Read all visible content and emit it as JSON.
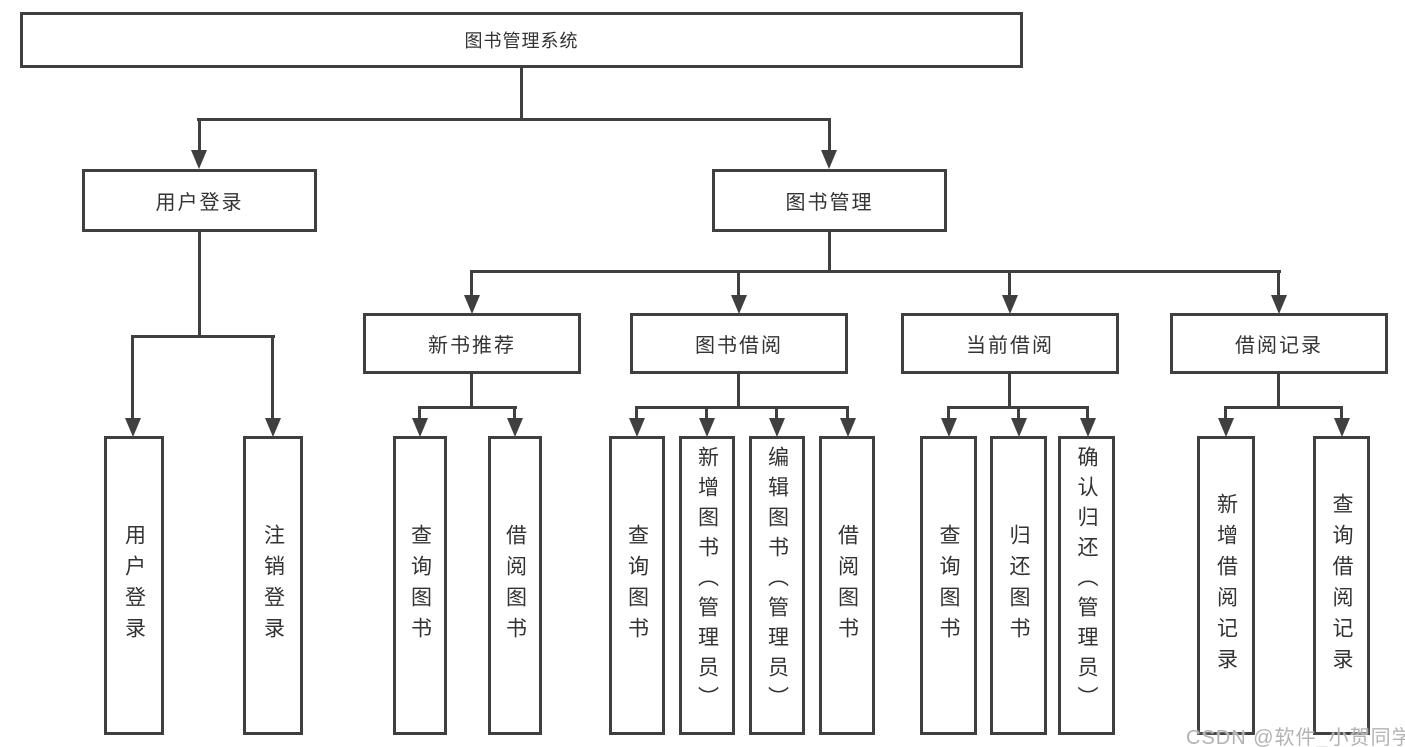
{
  "diagram": {
    "title": "图书管理系统",
    "nodes": {
      "root": {
        "label": "图书管理系统"
      },
      "user_login": {
        "label": "用户登录"
      },
      "book_mgmt": {
        "label": "图书管理"
      },
      "new_book_rec": {
        "label": "新书推荐"
      },
      "book_borrow": {
        "label": "图书借阅"
      },
      "current_borrow": {
        "label": "当前借阅"
      },
      "borrow_records": {
        "label": "借阅记录"
      },
      "leaf_user_login": {
        "label": "用户登录"
      },
      "leaf_logout": {
        "label": "注销登录"
      },
      "leaf_query_books_rec": {
        "label": "查询图书"
      },
      "leaf_borrow_books_rec": {
        "label": "借阅图书"
      },
      "leaf_query_books_borrow": {
        "label": "查询图书"
      },
      "leaf_add_books": {
        "label": "新增图书（管理员）"
      },
      "leaf_edit_books": {
        "label": "编辑图书（管理员）"
      },
      "leaf_borrow_books": {
        "label": "借阅图书"
      },
      "leaf_query_books_current": {
        "label": "查询图书"
      },
      "leaf_return_books": {
        "label": "归还图书"
      },
      "leaf_confirm_return": {
        "label": "确认归还（管理员）"
      },
      "leaf_add_borrow_record": {
        "label": "新增借阅记录"
      },
      "leaf_query_borrow_record": {
        "label": "查询借阅记录"
      }
    },
    "colors": {
      "line": "#3f3f3f",
      "text": "#333333",
      "background": "#ffffff",
      "watermark": "#b3b3b3"
    },
    "watermark": "CSDN @软件_小贺同学"
  }
}
